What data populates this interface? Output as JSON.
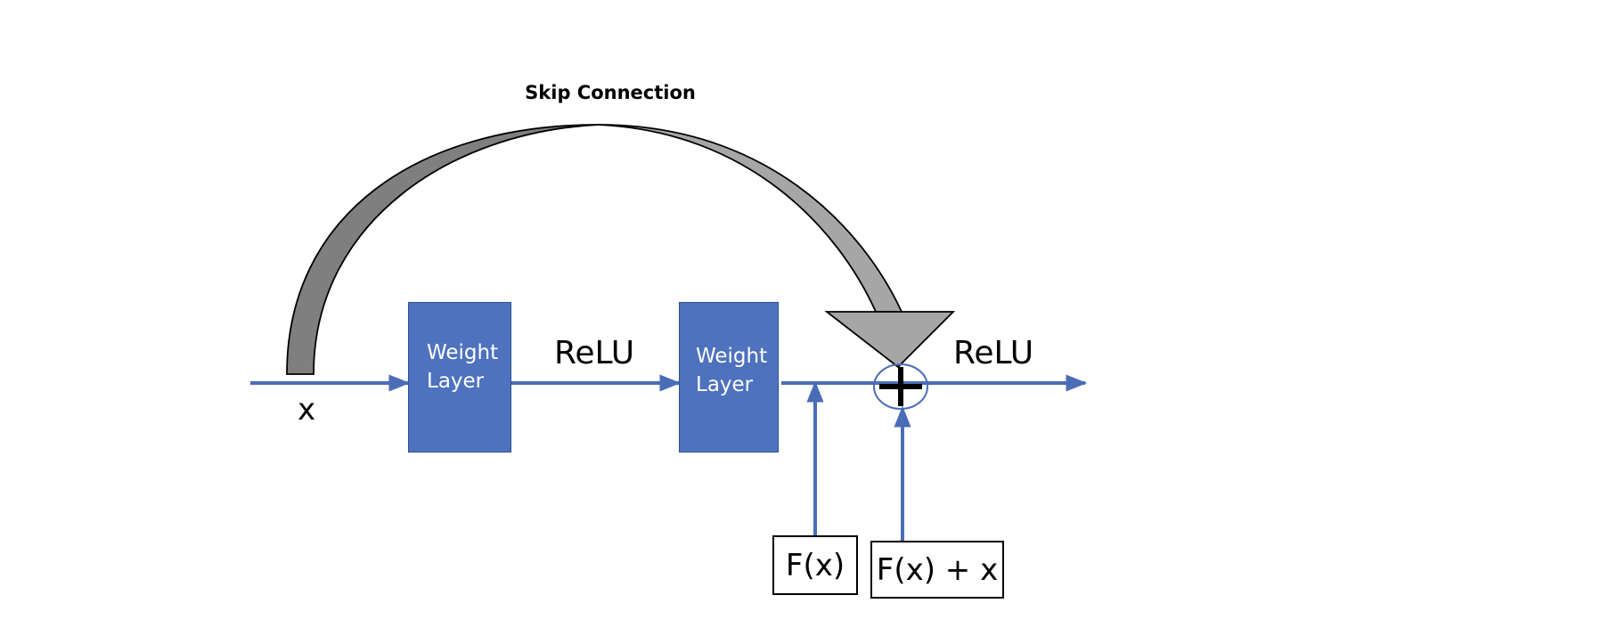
{
  "diagram": {
    "title": "Skip Connection",
    "input_label": "x",
    "blocks": [
      {
        "label": "Weight\nLayer"
      },
      {
        "label": "Weight\nLayer"
      }
    ],
    "activations": [
      "ReLU",
      "ReLU"
    ],
    "outputs": {
      "residual": "F(x)",
      "sum": "F(x) + x"
    },
    "operator_symbol": "+"
  },
  "colors": {
    "block_fill": "#4e72be",
    "block_border": "#2f528f",
    "flow_line": "#4a6db8",
    "skip_arrow_dark": "#7f7f7f",
    "skip_arrow_light": "#a6a6a6"
  },
  "icons": {
    "skip_arrow": "curved-arrow-icon",
    "adder": "circle-plus-icon"
  }
}
